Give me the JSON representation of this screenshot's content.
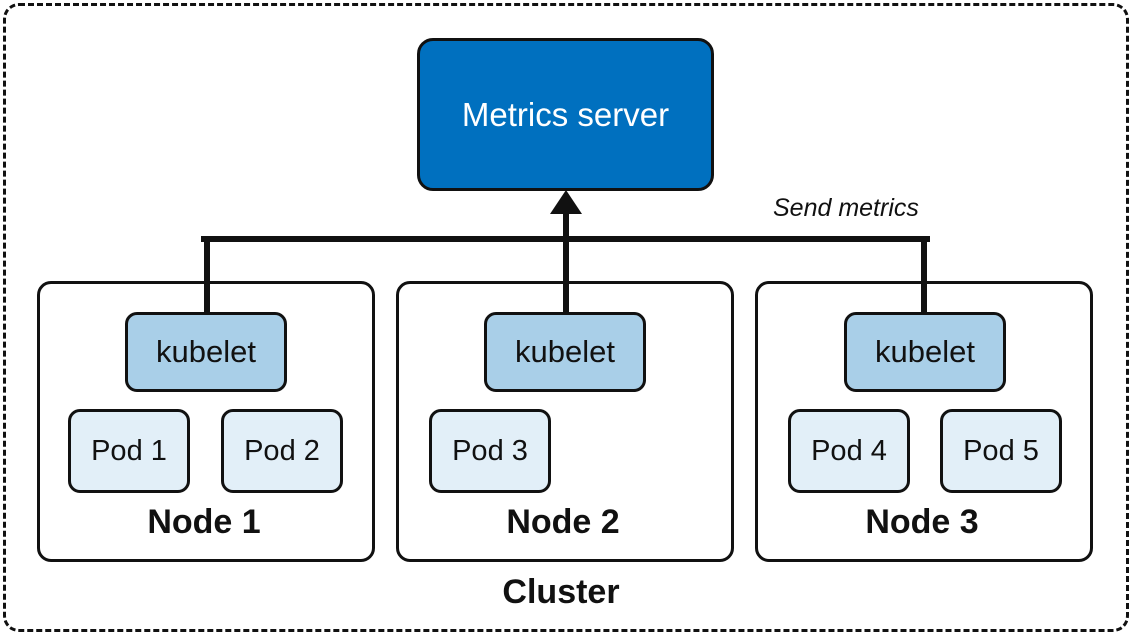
{
  "colors": {
    "metrics_server_fill": "#0070bf",
    "metrics_server_text": "#ffffff",
    "kubelet_fill": "#a9cfe8",
    "pod_fill": "#e2eff8",
    "line": "#111111"
  },
  "metrics_server": {
    "label": "Metrics server"
  },
  "flow_label": "Send metrics",
  "cluster": {
    "label": "Cluster"
  },
  "nodes": [
    {
      "label": "Node 1",
      "kubelet": "kubelet",
      "pods": [
        "Pod 1",
        "Pod 2"
      ]
    },
    {
      "label": "Node 2",
      "kubelet": "kubelet",
      "pods": [
        "Pod 3"
      ]
    },
    {
      "label": "Node 3",
      "kubelet": "kubelet",
      "pods": [
        "Pod 4",
        "Pod 5"
      ]
    }
  ]
}
